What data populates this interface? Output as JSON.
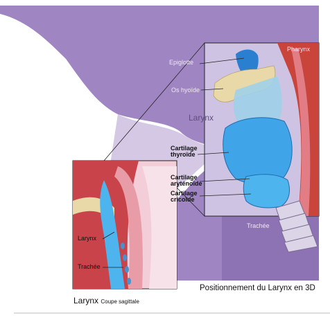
{
  "labels": {
    "pharynx": "Pharynx",
    "epiglotte": "Epiglotte",
    "os_hyoide": "Os hyoïde",
    "larynx_3d": "Larynx",
    "cartilage_thyroide": "Cartilage\nthyroïde",
    "cartilage_arytenoide": "Cartilage\naryténoïde",
    "cartilage_cricoide": "Cartilage\ncricoïde",
    "trachee_3d": "Trachée",
    "larynx_coupe": "Larynx",
    "trachee_coupe": "Trachée",
    "caption_3d": "Positionnement du Larynx en 3D",
    "caption_coupe": "Larynx",
    "caption_coupe_sub": "Coupe sagittale"
  },
  "colors": {
    "background_purple": "#9f85c2",
    "skin_light": "#c8b6df",
    "cartilage_blue": "#3fa5e8",
    "epiglottis_blue": "#2a7fd0",
    "hyoid_tan": "#e9d9a8",
    "pharynx_red": "#c9443a",
    "tissue_pink": "#e27d86"
  }
}
